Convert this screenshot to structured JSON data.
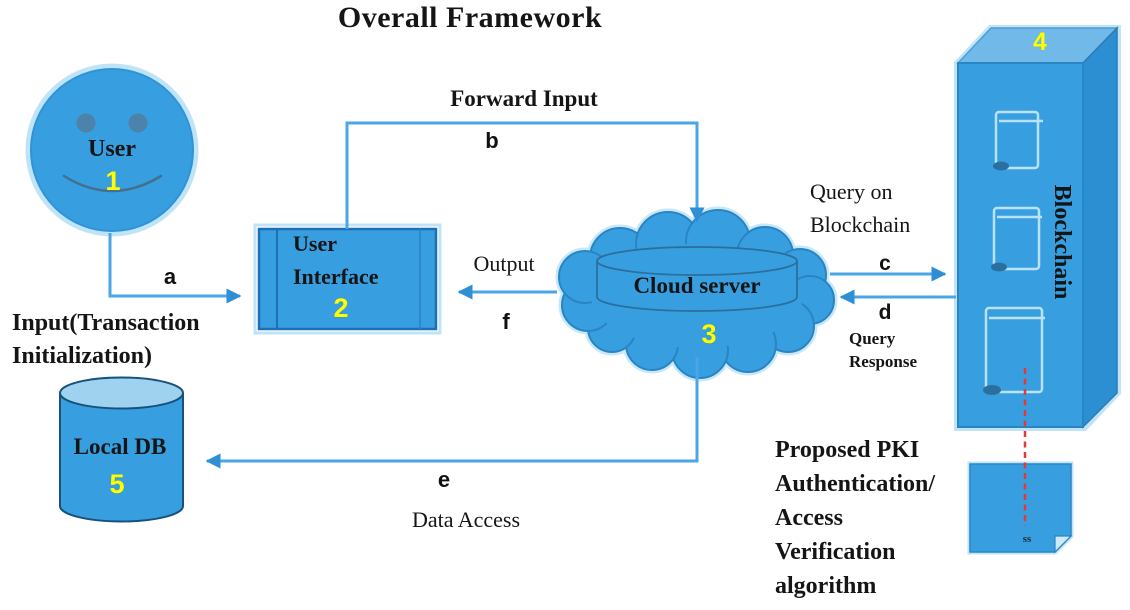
{
  "title": "Overall Framework",
  "colors": {
    "primary_blue": "#379fe0",
    "dark_blue_border": "#1f6fb5",
    "light_blue_glow": "#bfe4f8",
    "box_top_face": "#71b9e9",
    "box_right_face": "#2c8fd2",
    "cylinder_top": "#9fd2ef",
    "number_yellow": "#ffff00",
    "dashed_red": "#e53935",
    "text_black": "#151515"
  },
  "nodes": {
    "user": {
      "label": "User",
      "number": "1"
    },
    "user_interface": {
      "line1": "User",
      "line2": "Interface",
      "number": "2"
    },
    "cloud_server": {
      "label": "Cloud server",
      "number": "3"
    },
    "blockchain": {
      "label": "Blockchain",
      "number": "4"
    },
    "local_db": {
      "label": "Local DB",
      "number": "5"
    },
    "algorithm_box": {
      "corner_label": "ss"
    }
  },
  "edges": {
    "a": {
      "letter": "a"
    },
    "b": {
      "letter": "b",
      "label": "Forward Input"
    },
    "c": {
      "letter": "c",
      "label_line1": "Query on",
      "label_line2": "Blockchain"
    },
    "d": {
      "letter": "d",
      "label_line1": "Query",
      "label_line2": "Response"
    },
    "e": {
      "letter": "e",
      "label": "Data Access"
    },
    "f": {
      "letter": "f",
      "label": "Output"
    }
  },
  "annotations": {
    "input_line1": "Input(Transaction",
    "input_line2": "Initialization)",
    "pki_lines": [
      "Proposed PKI",
      "Authentication/",
      "Access",
      "Verification",
      "algorithm"
    ]
  }
}
